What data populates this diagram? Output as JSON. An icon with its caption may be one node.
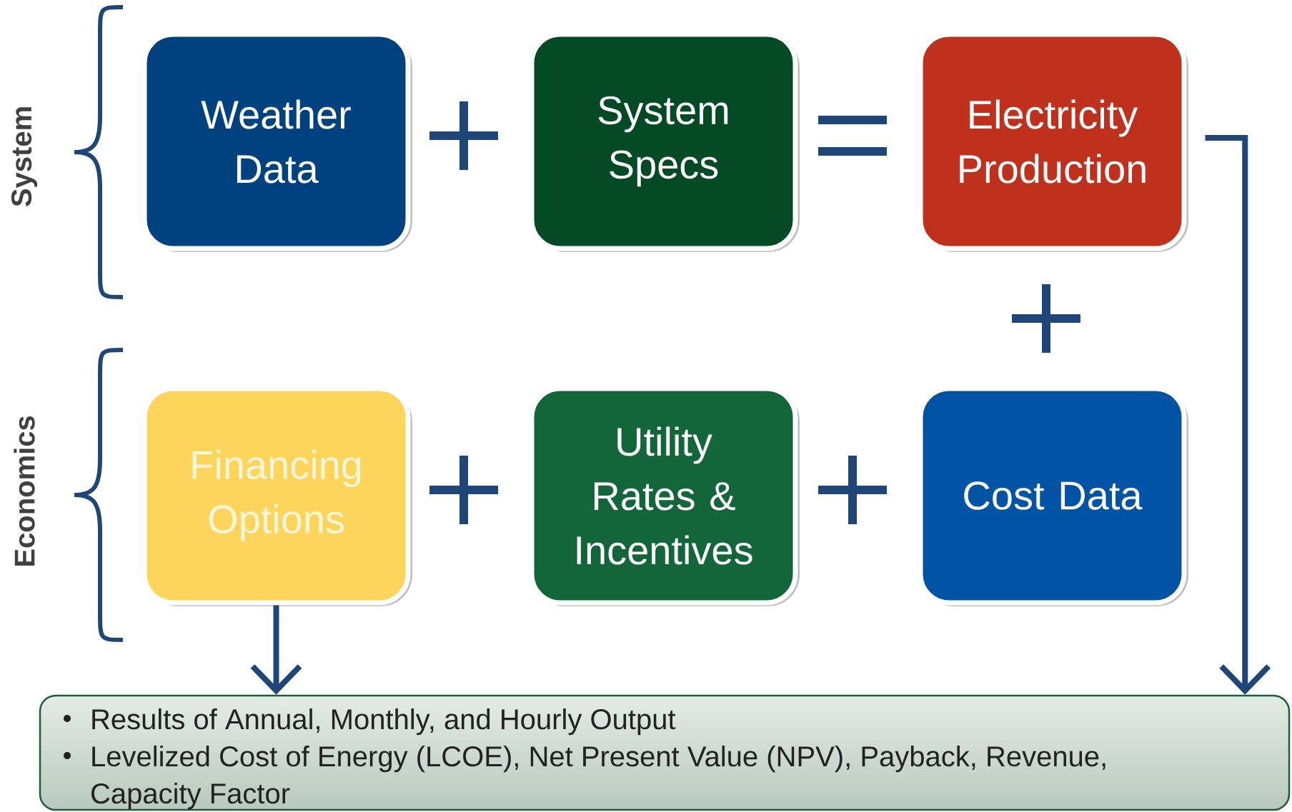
{
  "diagram": {
    "nodes": [
      {
        "text": [
          "Weather Data"
        ]
      },
      {
        "text": [
          "System Specs"
        ]
      },
      {
        "text": [
          "Electricity Production"
        ]
      },
      {
        "text": [
          "Financing Options"
        ]
      },
      {
        "text": [
          "Utility Rates & Incentives"
        ]
      },
      {
        "text": [
          "Cost Data"
        ]
      },
      {
        "text": [
          "Results of Annual, Monthly, and Hourly Output",
          "Levelized Cost of Energy (LCOE), Net Present Value (NPV), Payback, Revenue, Capacity Factor"
        ]
      }
    ],
    "edges": [
      {
        "from": 3,
        "to": 6,
        "arrow": "to"
      },
      {
        "from": 2,
        "to": 6,
        "arrow": "to"
      }
    ],
    "labels": [
      "System",
      "Economics"
    ]
  }
}
